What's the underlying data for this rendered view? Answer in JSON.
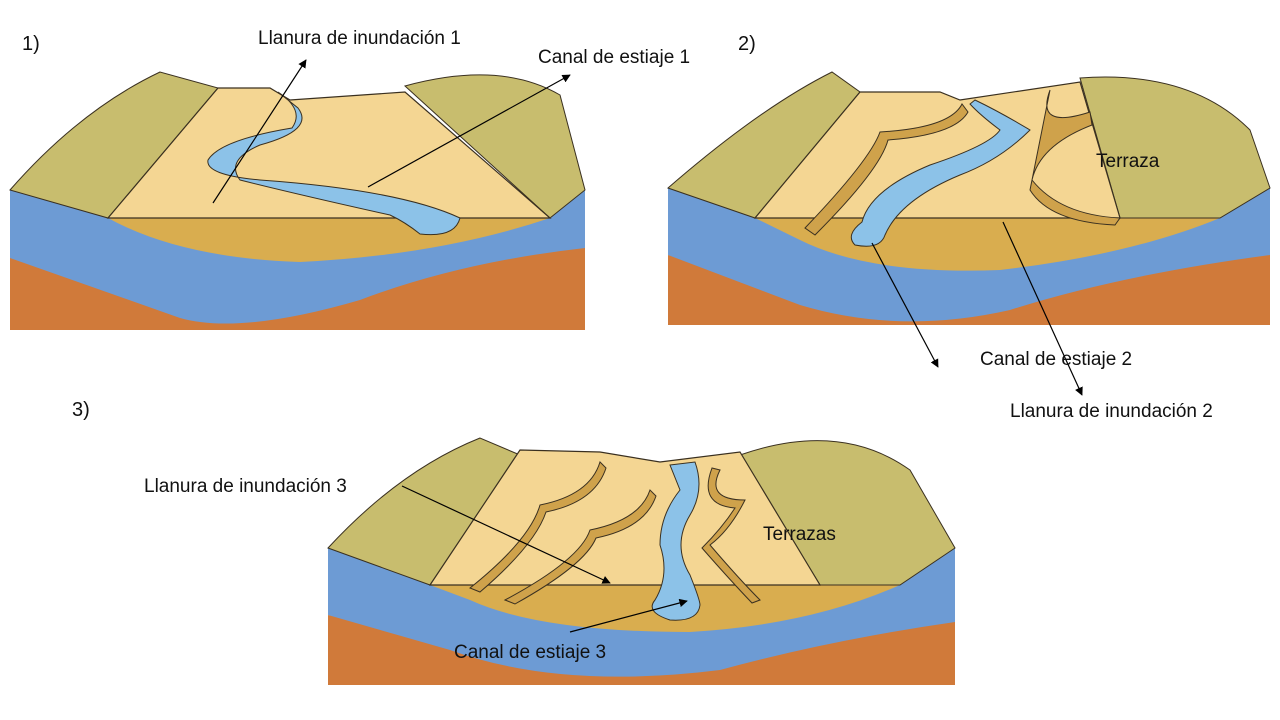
{
  "panels": [
    {
      "number": "1)",
      "labels": {
        "floodplain": "Llanura de inundación 1",
        "channel": "Canal de estiaje 1"
      }
    },
    {
      "number": "2)",
      "labels": {
        "terrace": "Terraza",
        "channel": "Canal de estiaje 2",
        "floodplain": "Llanura de inundación 2"
      }
    },
    {
      "number": "3)",
      "labels": {
        "floodplain": "Llanura de inundación 3",
        "terraces": "Terrazas",
        "channel": "Canal de estiaje 3"
      }
    }
  ],
  "colors": {
    "bedrock": "#d07a3a",
    "water_table": "#6d9bd4",
    "alluvium": "#d9ad4f",
    "plain": "#f4d693",
    "terrace_face": "#cfa24b",
    "hillside": "#c8bd6e",
    "river": "#8cc2e8",
    "outline": "#3a3020"
  }
}
